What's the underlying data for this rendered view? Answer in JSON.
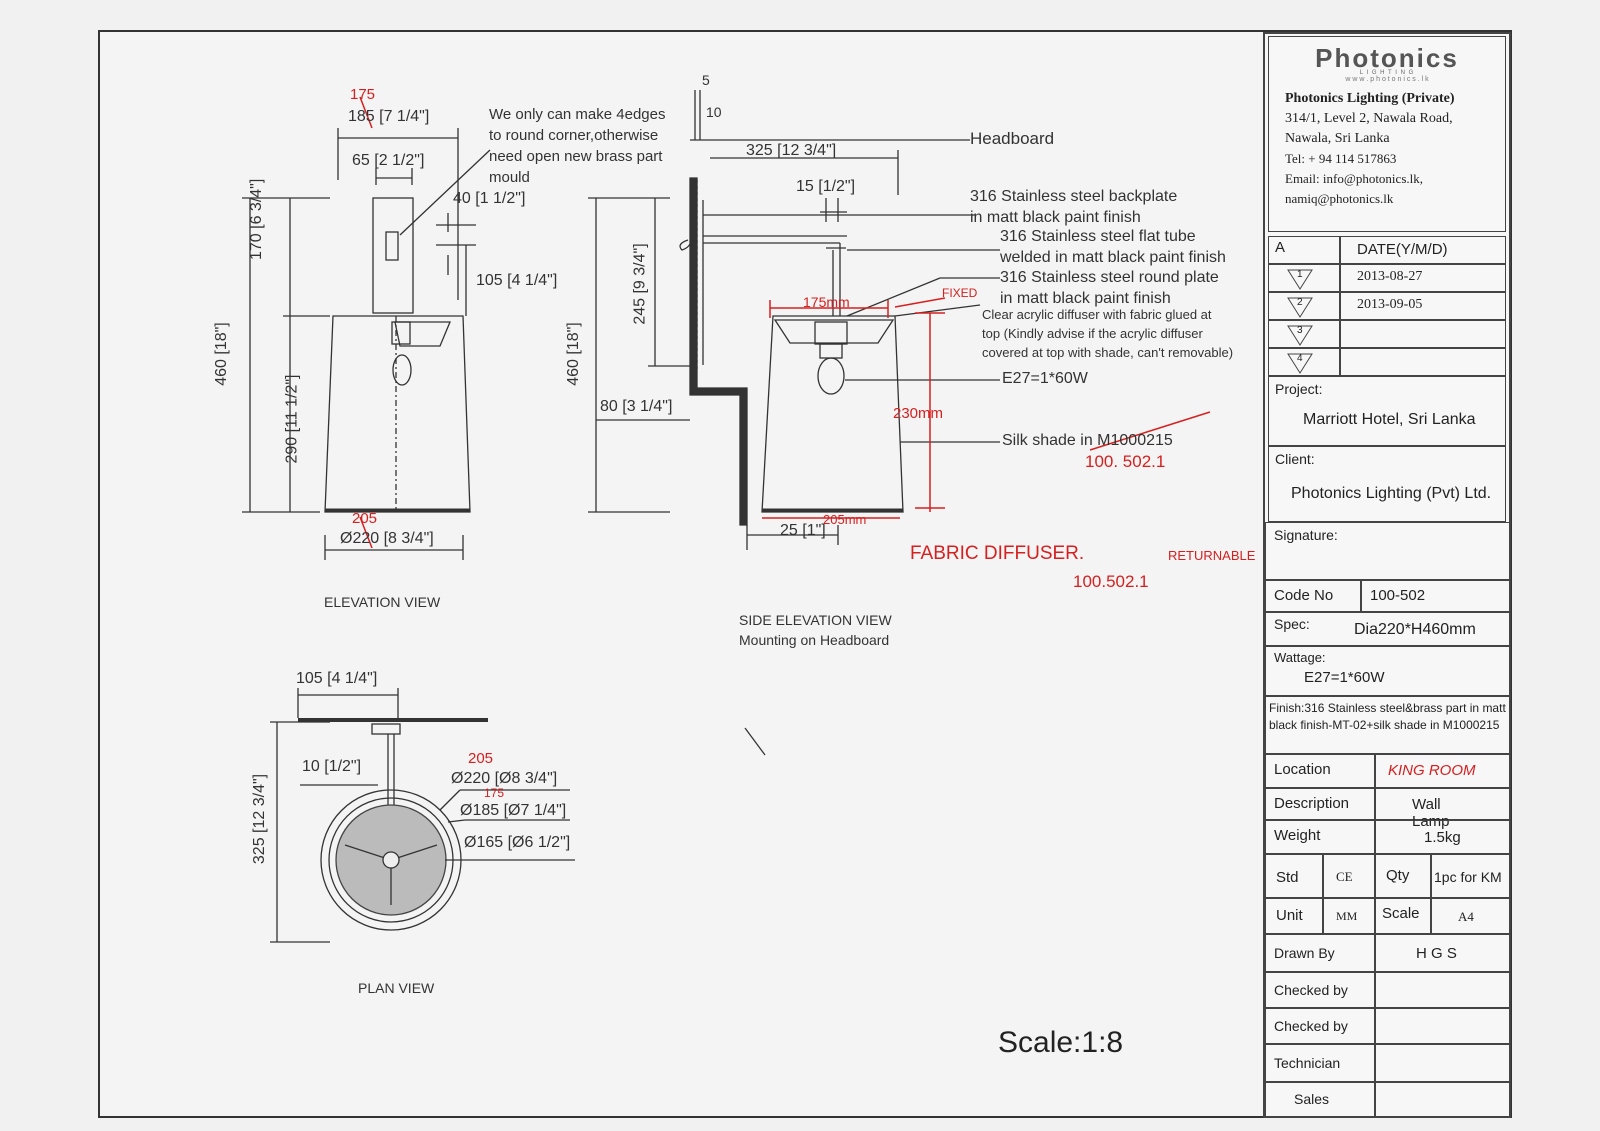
{
  "company": {
    "logo_text": "Photonics",
    "logo_sub": "L I G H T I N G",
    "logo_url": "w w w . p h o t o n i c s . l k",
    "name": "Photonics Lighting (Private)",
    "address1": "314/1, Level 2,  Nawala Road,",
    "address2": "Nawala, Sri Lanka",
    "tel": "Tel: + 94 114 517863",
    "email1": "Email: info@photonics.lk,",
    "email2": "namiq@photonics.lk"
  },
  "revisions": {
    "col_a": "A",
    "col_date": "DATE(Y/M/D)",
    "rows": [
      {
        "rev": "1",
        "date": "2013-08-27"
      },
      {
        "rev": "2",
        "date": "2013-09-05"
      },
      {
        "rev": "3",
        "date": ""
      },
      {
        "rev": "4",
        "date": ""
      }
    ]
  },
  "title_block": {
    "project_label": "Project:",
    "project": "Marriott Hotel, Sri Lanka",
    "client_label": "Client:",
    "client": "Photonics Lighting (Pvt) Ltd.",
    "signature_label": "Signature:",
    "code_label": "Code No",
    "code": "100-502",
    "spec_label": "Spec:",
    "spec": "Dia220*H460mm",
    "wattage_label": "Wattage:",
    "wattage": "E27=1*60W",
    "finish": "Finish:316 Stainless steel&brass part in matt black finish-MT-02+silk shade in M1000215",
    "location_label": "Location",
    "location": "KING ROOM",
    "description_label": "Description",
    "description": "Wall Lamp",
    "weight_label": "Weight",
    "weight": "1.5kg",
    "std_label": "Std",
    "std": "CE",
    "qty_label": "Qty",
    "qty": "1pc for KM",
    "unit_label": "Unit",
    "unit": "MM",
    "scale_label": "Scale",
    "scale": "A4",
    "drawn_label": "Drawn By",
    "drawn": "H G S",
    "checked1_label": "Checked by",
    "checked2_label": "Checked by",
    "technician_label": "Technician",
    "sales_label": "Sales"
  },
  "views": {
    "elevation": "ELEVATION VIEW",
    "side_elevation": "SIDE ELEVATION VIEW",
    "side_elevation_sub": "Mounting on Headboard",
    "plan": "PLAN VIEW",
    "scale": "Scale:1:8"
  },
  "dimensions": {
    "e_185": "185 [7 1/4\"]",
    "e_65": "65 [2 1/2\"]",
    "e_40": "40 [1 1/2\"]",
    "e_105": "105 [4 1/4\"]",
    "e_170": "170 [6 3/4\"]",
    "e_290": "290 [11 1/2\"]",
    "e_460": "460 [18\"]",
    "e_220": "Ø220 [8 3/4\"]",
    "s_5": "5",
    "s_10": "10",
    "s_325": "325 [12 3/4\"]",
    "s_15": "15 [1/2\"]",
    "s_245": "245 [9 3/4\"]",
    "s_460": "460 [18\"]",
    "s_80": "80 [3 1/4\"]",
    "s_25": "25 [1\"]",
    "p_105": "105 [4 1/4\"]",
    "p_10": "10 [1/2\"]",
    "p_325": "325 [12 3/4\"]",
    "p_220": "Ø220 [Ø8 3/4\"]",
    "p_185": "Ø185 [Ø7 1/4\"]",
    "p_165": "Ø165 [Ø6 1/2\"]"
  },
  "notes": {
    "corner": [
      "We only can make 4edges",
      "to round corner,otherwise",
      "need open new brass part",
      "mould"
    ],
    "headboard": "Headboard",
    "backplate": [
      "316 Stainless steel backplate",
      "in matt black paint finish"
    ],
    "flat_tube": [
      "316 Stainless steel flat tube",
      "welded in matt black paint finish"
    ],
    "round_plate": [
      "316 Stainless steel round plate",
      "in matt black paint finish"
    ],
    "diffuser": [
      "Clear acrylic diffuser with fabric glued at",
      "top (Kindly advise if the acrylic diffuser",
      "covered at top with shade, can't removable)"
    ],
    "bulb": "E27=1*60W",
    "shade": "Silk shade in M1000215"
  },
  "annotations": {
    "r175a": "175",
    "r205a": "205",
    "r175mm": "175mm",
    "fixed": "FIXED",
    "r230": "230mm",
    "r205mm": "205mm",
    "fabric": "FABRIC DIFFUSER.",
    "return": "RETURNABLE",
    "code1": "100. 502.1",
    "code2": "100.502.1",
    "r205p": "205",
    "r175p": "175"
  }
}
